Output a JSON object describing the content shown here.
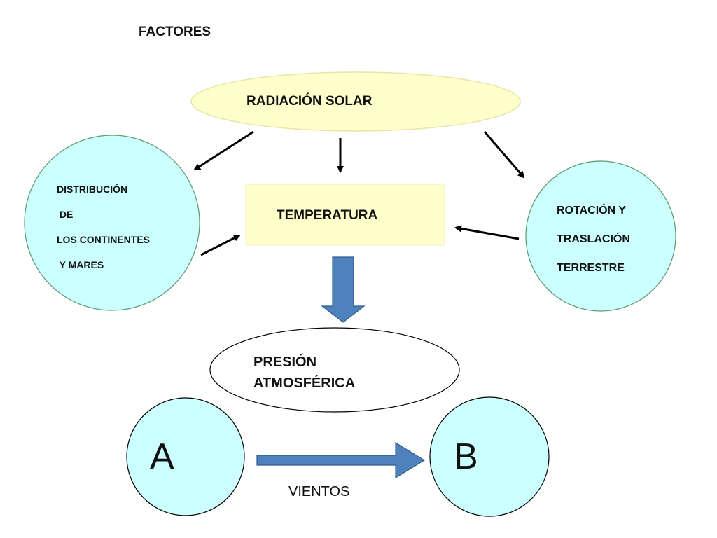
{
  "title": "FACTORES",
  "solar": {
    "label": "RADIACIÓN SOLAR"
  },
  "temperature": {
    "label": "TEMPERATURA"
  },
  "continents": {
    "lines": [
      "DISTRIBUCIÓN",
      " DE",
      "LOS CONTINENTES",
      " Y MARES"
    ]
  },
  "earth_motion": {
    "lines": [
      "ROTACIÓN Y",
      "TRASLACIÓN",
      "TERRESTRE"
    ]
  },
  "pressure": {
    "lines": [
      "PRESIÓN",
      "ATMOSFÉRICA"
    ]
  },
  "pole_a": {
    "label": "A"
  },
  "pole_b": {
    "label": "B"
  },
  "winds": {
    "label": "VIENTOS"
  },
  "colors": {
    "solar_fill": "#ffffcc",
    "solar_stroke": "#e6e6a6",
    "temperature_fill": "#ffffcc",
    "circle_fill": "#ccffff",
    "circle_stroke_green": "#5a9a6a",
    "block_arrow_fill": "#4f81bd",
    "block_arrow_stroke": "#2f5d8a",
    "line_arrow": "#000000"
  }
}
